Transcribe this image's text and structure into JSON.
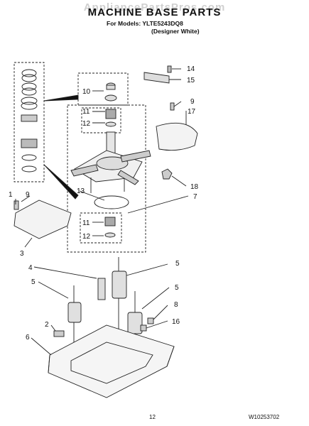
{
  "header": {
    "watermark": "AppliancePartsPros.com",
    "title": "MACHINE BASE PARTS",
    "models_line": "For Models: YLTE5243DQ8",
    "variant_line": "(Designer White)"
  },
  "callouts": {
    "c1": "1",
    "c2": "2",
    "c3": "3",
    "c4": "4",
    "c5a": "5",
    "c5b": "5",
    "c5c": "5",
    "c6": "6",
    "c7": "7",
    "c8": "8",
    "c9a": "9",
    "c9b": "9",
    "c10": "10",
    "c11a": "11",
    "c11b": "11",
    "c12a": "12",
    "c12b": "12",
    "c13": "13",
    "c14": "14",
    "c15": "15",
    "c16": "16",
    "c17": "17",
    "c18": "18"
  },
  "footer": {
    "page_number": "12",
    "document_code": "W10253702"
  }
}
